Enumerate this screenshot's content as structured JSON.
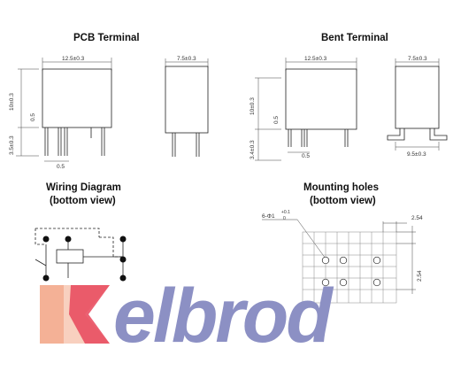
{
  "headings": {
    "pcb_terminal": "PCB   Terminal",
    "bent_terminal": "Bent   Terminal",
    "wiring_line1": "Wiring Diagram",
    "wiring_line2": "(bottom view)",
    "mounting_line1": "Mounting   holes",
    "mounting_line2": "(bottom view)"
  },
  "dimensions": {
    "pcb_length": "12.5±0.3",
    "pcb_width": "7.5±0.3",
    "pcb_height": "10±0.3",
    "pcb_pin_len": "3.5±0.3",
    "pcb_pin_thk": "0.5",
    "pcb_pin_w": "0.5",
    "bent_length": "12.5±0.3",
    "bent_width": "7.5±0.3",
    "bent_height": "10±0.3",
    "bent_pin_len": "3.4±0.3",
    "bent_pin_thk": "0.5",
    "bent_pin_w": "0.5",
    "bent_span": "9.5±0.3",
    "hole_spec": "6-Φ1",
    "hole_tol_top": "+0.1",
    "hole_tol_bot": "0",
    "pitch_h": "2.54",
    "pitch_v": "2.54"
  },
  "logo": {
    "brand": "elbrod"
  },
  "colors": {
    "logo_text": "#8c90c4",
    "logo_orange": "#f3a98b",
    "logo_red": "#e8475a",
    "line": "#222222"
  }
}
